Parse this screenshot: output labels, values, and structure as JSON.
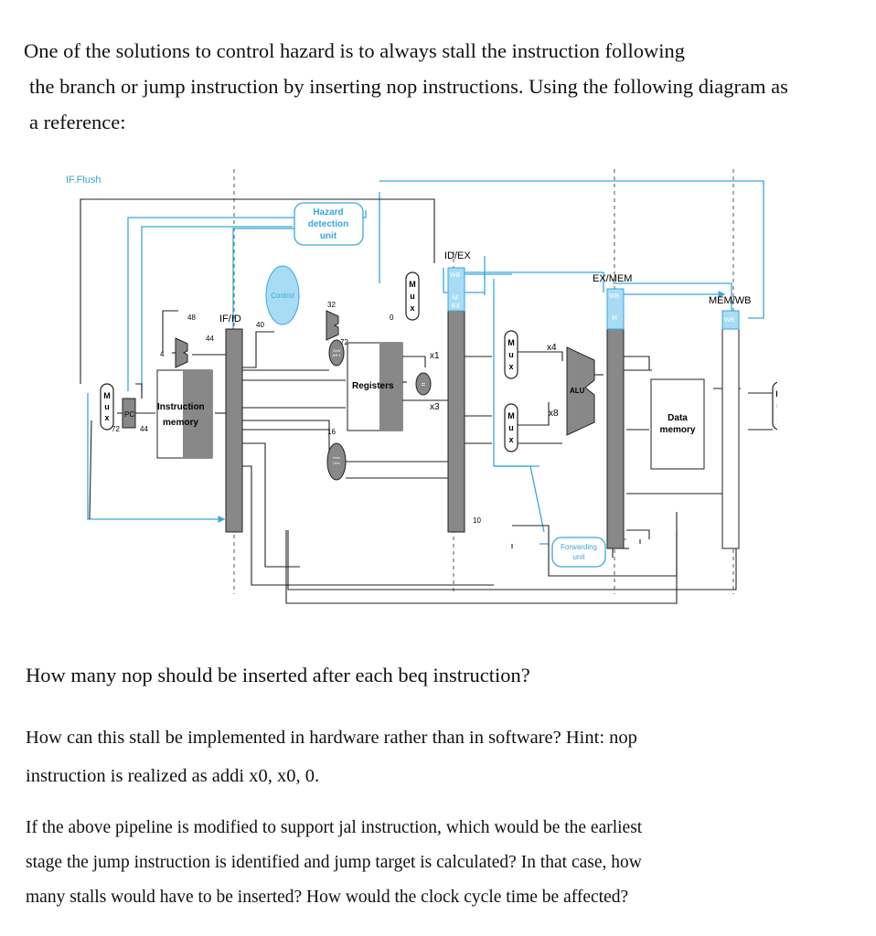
{
  "intro": {
    "line1": "One of the solutions to control hazard is to always stall the instruction following",
    "line2": "the branch or jump instruction by inserting nop instructions. Using the following diagram as",
    "line3": "a reference:"
  },
  "diagram": {
    "if_flush": "IF.Flush",
    "hazard_unit": [
      "Hazard",
      "detection",
      "unit"
    ],
    "control": "Control",
    "if_id": "IF/ID",
    "id_ex": "ID/EX",
    "ex_mem": "EX/MEM",
    "mem_wb": "MEM/WB",
    "wb": "WB",
    "m": "M",
    "ex": "EX",
    "pc": "PC",
    "instruction_memory": [
      "Instruction",
      "memory"
    ],
    "registers": "Registers",
    "alu": "ALU",
    "data_memory": [
      "Data",
      "memory"
    ],
    "forwarding_unit": [
      "Forwarding",
      "unit"
    ],
    "imm_gen_label": [
      "Imm",
      "Gen"
    ],
    "shift_label": [
      "Shift",
      "left 1"
    ],
    "equal_label": "=",
    "mux_letters": [
      "M",
      "u",
      "x"
    ],
    "nums": {
      "n4": "4",
      "n48": "48",
      "n44": "44",
      "n40": "40",
      "n72": "72",
      "n72b": "72",
      "n44b": "44",
      "n32": "32",
      "n16": "16",
      "n0": "0",
      "n10": "10",
      "x1": "x1",
      "x3": "x3",
      "x4": "x4",
      "x8": "x8"
    },
    "colors": {
      "blue_line": "#3aa6dd",
      "control_fill": "#a8dcf5",
      "pipe_grey": "#888888",
      "black_line": "#222222"
    }
  },
  "q1": "How many nop should be inserted after each beq instruction?",
  "q2": {
    "line1": "How can this stall be implemented in hardware rather than in software? Hint: nop",
    "line2": "instruction is realized as addi x0, x0, 0."
  },
  "q3": {
    "line1": "If the above pipeline is modified to support jal instruction, which would be the earliest",
    "line2": "stage the jump instruction is identified and jump target is calculated? In that case, how",
    "line3": "many stalls would have to be inserted? How would the clock cycle time be affected?"
  }
}
